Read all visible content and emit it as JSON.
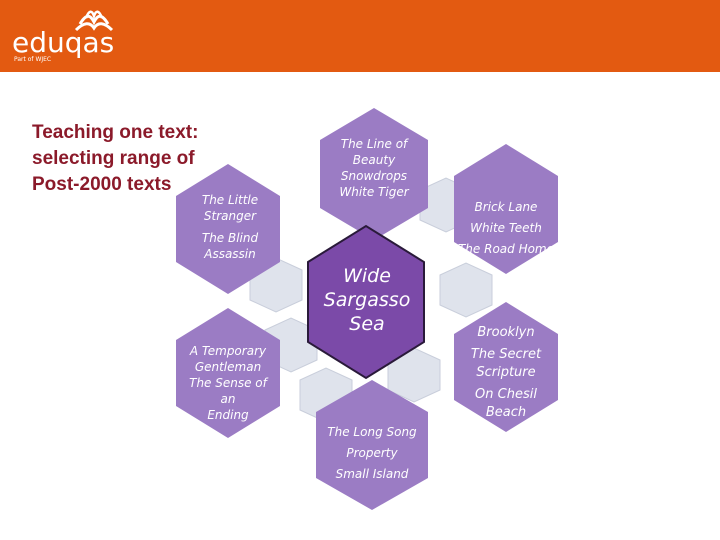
{
  "brand": {
    "logo_text": "eduqas",
    "logo_sub": "Part of WJEC",
    "color": "#e35a11"
  },
  "title": {
    "line1": "Teaching one text:",
    "line2": "selecting range of",
    "line3": "Post-2000 texts"
  },
  "center": {
    "line1": "Wide",
    "line2": "Sargasso",
    "line3": "Sea"
  },
  "hexagons": {
    "top": [
      "The Line of",
      "Beauty",
      "Snowdrops",
      "White Tiger"
    ],
    "upper_left": [
      "The Little",
      "Stranger",
      "The Blind",
      "Assassin"
    ],
    "upper_right": [
      "Brick Lane",
      "White Teeth",
      "The Road Home"
    ],
    "lower_left": [
      "A Temporary",
      "Gentleman",
      "The Sense of an",
      "Ending"
    ],
    "lower_right": [
      "Brooklyn",
      "The Secret",
      "Scripture",
      "On Chesil",
      "Beach"
    ],
    "bottom": [
      "The Long Song",
      "Property",
      "Small Island"
    ]
  },
  "colors": {
    "hex_outer": "#9b7cc4",
    "hex_center": "#7b4aa8",
    "connector": "#dfe3ec",
    "title": "#8b1a2a"
  }
}
